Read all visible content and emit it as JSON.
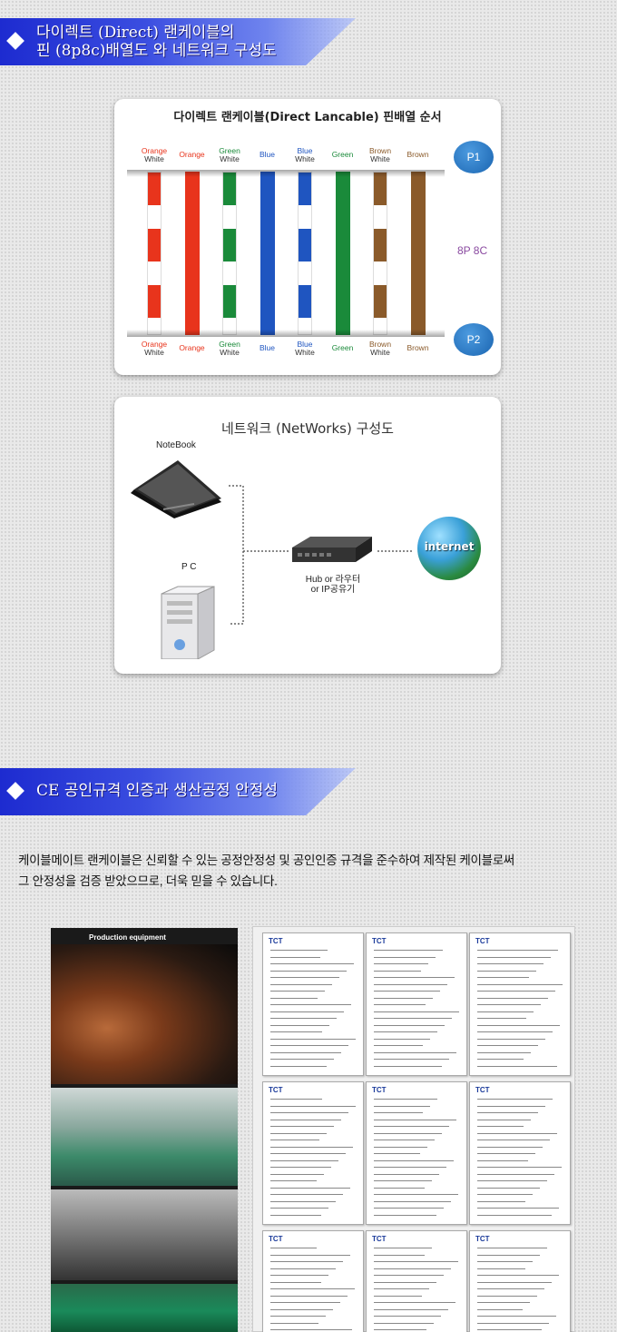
{
  "section1": {
    "title_line1": "다이렉트 (Direct) 랜케이블의",
    "title_line2": "핀 (8p8c)배열도 와 네트워크 구성도"
  },
  "pinout": {
    "title": "다이렉트 랜케이블(Direct Lancable) 핀배열 순서",
    "connector_label": "8P 8C",
    "top_badge": "P1",
    "bottom_badge": "P2",
    "wires": [
      {
        "label1": "Orange",
        "label2": "White",
        "color": "#e8341c",
        "striped": true,
        "label_color": "#e8341c"
      },
      {
        "label1": "Orange",
        "label2": "",
        "color": "#e8341c",
        "striped": false,
        "label_color": "#e8341c"
      },
      {
        "label1": "Green",
        "label2": "White",
        "color": "#1a8a3a",
        "striped": true,
        "label_color": "#1a8a3a"
      },
      {
        "label1": "Blue",
        "label2": "",
        "color": "#1f55c0",
        "striped": false,
        "label_color": "#1f55c0"
      },
      {
        "label1": "Blue",
        "label2": "White",
        "color": "#1f55c0",
        "striped": true,
        "label_color": "#1f55c0"
      },
      {
        "label1": "Green",
        "label2": "",
        "color": "#1a8a3a",
        "striped": false,
        "label_color": "#1a8a3a"
      },
      {
        "label1": "Brown",
        "label2": "White",
        "color": "#8a5a2a",
        "striped": true,
        "label_color": "#8a5a2a"
      },
      {
        "label1": "Brown",
        "label2": "",
        "color": "#8a5a2a",
        "striped": false,
        "label_color": "#8a5a2a"
      }
    ]
  },
  "network": {
    "title": "네트워크 (NetWorks) 구성도",
    "notebook_label": "NoteBook",
    "pc_label": "P C",
    "hub_label_line1": "Hub or 라우터",
    "hub_label_line2": "or IP공유기",
    "internet_label": "internet"
  },
  "section2": {
    "title": "CE 공인규격 인증과 생산공정 안정성"
  },
  "description": {
    "line1": "케이블메이트 랜케이블은 신뢰할 수 있는 공정안정성 및 공인인증 규격을 준수하여 제작된 케이블로써",
    "line2": "그 안정성을 검증 받았으므로, 더욱 믿을 수 있습니다."
  },
  "production": {
    "header": "Production equipment"
  },
  "certificate": {
    "logo": "TCT"
  }
}
